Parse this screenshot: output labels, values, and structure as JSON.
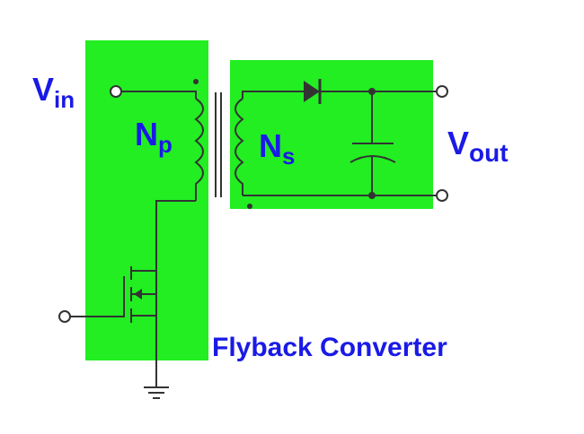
{
  "labels": {
    "vin_main": "V",
    "vin_sub": "in",
    "np_main": "N",
    "np_sub": "p",
    "ns_main": "N",
    "ns_sub": "s",
    "vout_main": "V",
    "vout_sub": "out",
    "caption": "Flyback Converter"
  },
  "colors": {
    "highlight": "#22ee22",
    "wire": "#333333",
    "label": "#1a1ae6"
  }
}
